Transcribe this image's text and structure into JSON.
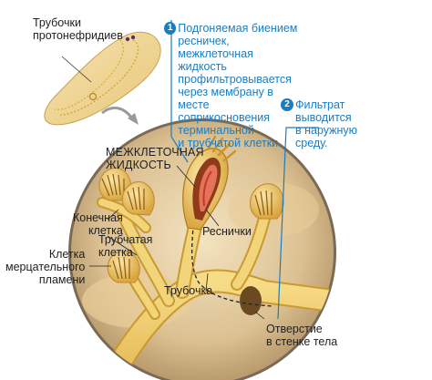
{
  "labels": {
    "tubules": "Трубочки\nпротонефридиев",
    "interstitial": "МЕЖКЛЕТОЧНАЯ\nЖИДКОСТЬ",
    "terminal_cell": "Конечная\nклетка",
    "tubular_cell": "Трубчатая\nклетка",
    "flame_cell": "Клетка\nмерцательного\nпламени",
    "cilia": "Реснички",
    "tubule": "Трубочка",
    "opening": "Отверстие\nв стенке тела"
  },
  "notes": [
    {
      "number": "1",
      "text": "Подгоняемая биением\nресничек, межклеточная\nжидкость\nпрофильтровывается\nчерез мембрану в месте\nсоприкосновения\nтерминальной\nи трубчатой клетки."
    },
    {
      "number": "2",
      "text": "Фильтрат\nвыводится\nв наружную\nсреду."
    }
  ],
  "colors": {
    "accent": "#1a7dc2",
    "circle_bg": "#e0c79a",
    "circle_edge": "#6b5a45",
    "tissue": "#f0cf72",
    "tissue_dark": "#c99a2e",
    "cilia_red": "#c0392b"
  }
}
